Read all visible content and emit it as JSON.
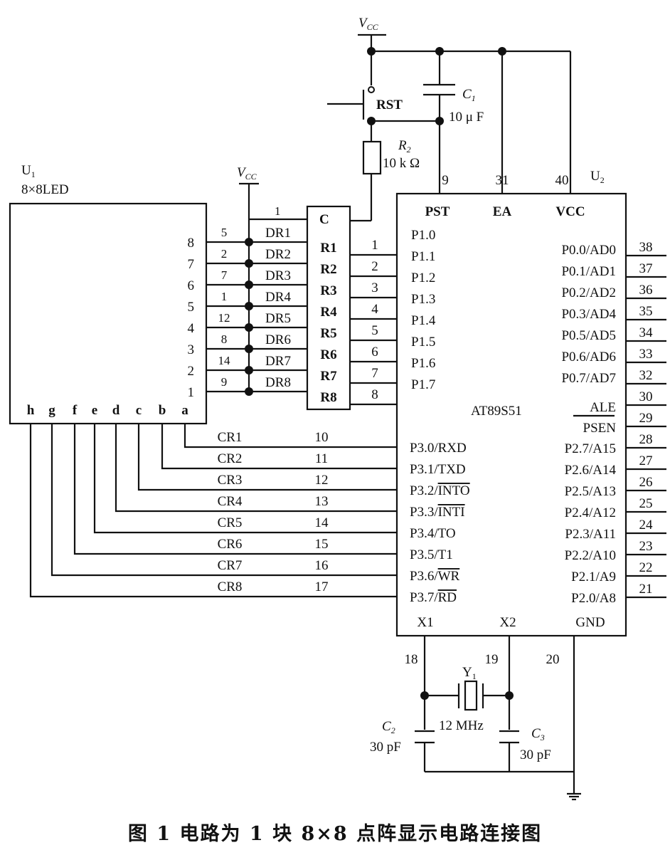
{
  "figure": {
    "caption": "图 1   电路为 1 块 8×8 点阵显示电路连接图",
    "vcc_label": "V",
    "vcc_sub": "CC"
  },
  "led_matrix": {
    "ref": "U",
    "ref_sub": "1",
    "type": "8×8LED",
    "row_pins": [
      "8",
      "7",
      "6",
      "5",
      "4",
      "3",
      "2",
      "1"
    ],
    "column_pins": [
      "h",
      "g",
      "f",
      "e",
      "d",
      "c",
      "b",
      "a"
    ]
  },
  "driver": {
    "common_label": "C",
    "common_pin": "1",
    "inputs": [
      "R1",
      "R2",
      "R3",
      "R4",
      "R5",
      "R6",
      "R7",
      "R8"
    ],
    "outputs": [
      "DR1",
      "DR2",
      "DR3",
      "DR4",
      "DR5",
      "DR6",
      "DR7",
      "DR8"
    ],
    "output_pin_numbers": [
      "5",
      "2",
      "7",
      "1",
      "12",
      "8",
      "14",
      "9"
    ],
    "input_pin_numbers": [
      "1",
      "2",
      "3",
      "4",
      "5",
      "6",
      "7",
      "8"
    ]
  },
  "mcu": {
    "ref": "U",
    "ref_sub": "2",
    "part": "AT89S51",
    "top_pins": [
      {
        "name": "PST",
        "number": "9"
      },
      {
        "name": "EA",
        "number": "31"
      },
      {
        "name": "VCC",
        "number": "40"
      }
    ],
    "port1": [
      "P1.0",
      "P1.1",
      "P1.2",
      "P1.3",
      "P1.4",
      "P1.5",
      "P1.6",
      "P1.7"
    ],
    "port3": [
      "P3.0/RXD",
      "P3.1/TXD",
      "P3.2/INTO",
      "P3.3/INTI",
      "P3.4/TO",
      "P3.5/T1",
      "P3.6/WR",
      "P3.7/RD"
    ],
    "port3_prefix": [
      "P3.0/",
      "P3.1/",
      "P3.2/",
      "P3.3/",
      "P3.4/",
      "P3.5/",
      "P3.6/",
      "P3.7/"
    ],
    "port3_suffix": [
      "RXD",
      "TXD",
      "INTO",
      "INTI",
      "TO",
      "T1",
      "WR",
      "RD"
    ],
    "port0": [
      "P0.0/AD0",
      "P0.1/AD1",
      "P0.2/AD2",
      "P0.3/AD4",
      "P0.5/AD5",
      "P0.6/AD6",
      "P0.7/AD7"
    ],
    "port0_numbers": [
      "38",
      "37",
      "36",
      "35",
      "34",
      "33",
      "32"
    ],
    "ale": {
      "name": "ALE",
      "number": "30"
    },
    "psen": {
      "name": "PSEN",
      "number": "29"
    },
    "port2": [
      "P2.7/A15",
      "P2.6/A14",
      "P2.5/A13",
      "P2.4/A12",
      "P2.3/A11",
      "P2.2/A10",
      "P2.1/A9",
      "P2.0/A8"
    ],
    "port2_numbers": [
      "28",
      "27",
      "26",
      "25",
      "24",
      "23",
      "22",
      "21"
    ],
    "bottom_pins": [
      {
        "name": "X1",
        "number": "18"
      },
      {
        "name": "X2",
        "number": "19"
      },
      {
        "name": "GND",
        "number": "20"
      }
    ]
  },
  "column_lines": {
    "labels": [
      "CR1",
      "CR2",
      "CR3",
      "CR4",
      "CR5",
      "CR6",
      "CR7",
      "CR8"
    ],
    "pin_numbers": [
      "10",
      "11",
      "12",
      "13",
      "14",
      "15",
      "16",
      "17"
    ]
  },
  "reset": {
    "switch_label": "RST",
    "cap_ref": "C",
    "cap_sub": "1",
    "cap_value": "10 μ F",
    "res_ref": "R",
    "res_sub": "2",
    "res_value": "10 k Ω"
  },
  "oscillator": {
    "crystal_ref": "Y",
    "crystal_sub": "1",
    "crystal_value": "12 MHz",
    "c2_ref": "C",
    "c2_sub": "2",
    "c2_value": "30 pF",
    "c3_ref": "C",
    "c3_sub": "3",
    "c3_value": "30 pF"
  }
}
